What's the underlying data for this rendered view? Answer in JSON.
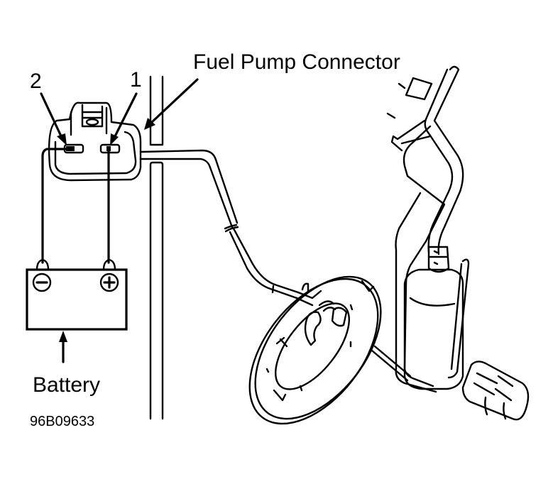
{
  "diagram": {
    "title": "Fuel pump test wiring",
    "labels": {
      "fuel_pump_connector": "Fuel Pump Connector",
      "terminal_1": "1",
      "terminal_2": "2",
      "battery": "Battery",
      "figure_code": "96B09633"
    },
    "battery_terminals": {
      "negative_symbol": "−",
      "positive_symbol": "+"
    },
    "connections": [
      {
        "from": "battery-negative",
        "to": "connector-terminal-2"
      },
      {
        "from": "battery-positive",
        "to": "connector-terminal-1"
      }
    ]
  }
}
